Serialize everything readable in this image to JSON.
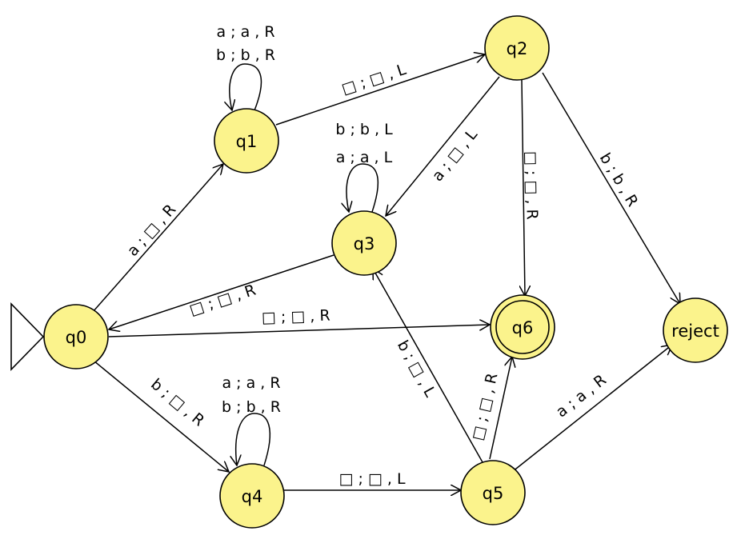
{
  "states": {
    "q0": "q0",
    "q1": "q1",
    "q2": "q2",
    "q3": "q3",
    "q4": "q4",
    "q5": "q5",
    "q6": "q6",
    "reject": "reject"
  },
  "start_state": "q0",
  "accept_states": [
    "q6"
  ],
  "transitions": {
    "q1_loop_1": "a ; a , R",
    "q1_loop_2": "b ; b , R",
    "q3_loop_1": "b ; b , L",
    "q3_loop_2": "a ; a , L",
    "q4_loop_1": "a ; a , R",
    "q4_loop_2": "b ; b , R",
    "q0_q1": "a ; □ , R",
    "q1_q2": "□ ; □ , L",
    "q2_q3": "a ; □ , L",
    "q2_q6": "□ ; □ , R",
    "q2_reject": "b ; b , R",
    "q3_q0": "□ ; □ , R",
    "q0_q6": "□ ; □ , R",
    "q0_q4": "b ; □ , R",
    "q4_q5": "□ ; □ , L",
    "q5_q3": "b ; □ , L",
    "q5_q6": "□ ; □ , R",
    "q5_reject": "a ; a , R"
  },
  "colors": {
    "state_fill": "#fbf38c",
    "stroke": "#000000"
  }
}
